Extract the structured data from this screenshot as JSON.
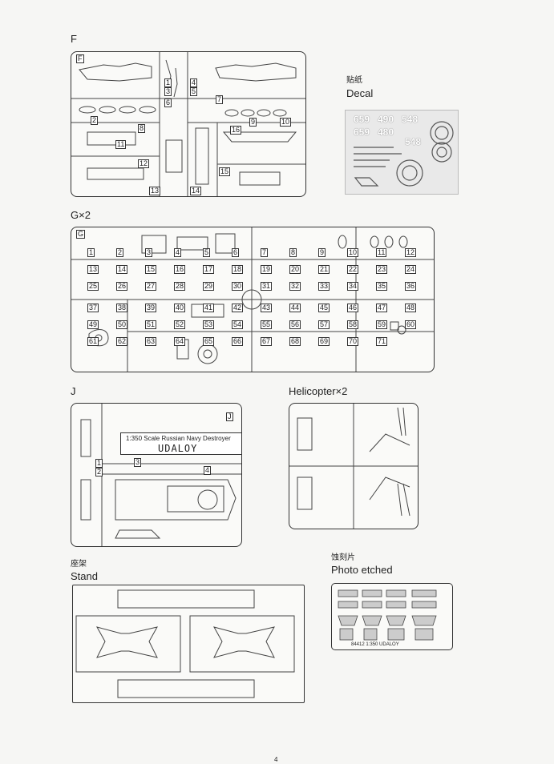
{
  "sections": {
    "f": {
      "title": "F",
      "corner": "F"
    },
    "g": {
      "title": "G×2",
      "corner": "G"
    },
    "j": {
      "title": "J",
      "corner": "J"
    },
    "helicopter": {
      "title": "Helicopter×2"
    },
    "decal": {
      "cn": "贴纸",
      "en": "Decal"
    },
    "stand": {
      "cn": "座架",
      "en": "Stand"
    },
    "photo_etched": {
      "cn": "蚀刻片",
      "en": "Photo etched",
      "footer": "84412 1:350 UDALOY"
    }
  },
  "decal_numbers": [
    "659",
    "490",
    "548",
    "659",
    "480",
    "548"
  ],
  "nameplate": {
    "line1": "1:350 Scale Russian Navy Destroyer",
    "line2": "UDALOY"
  },
  "f_numbers": [
    "1",
    "2",
    "3",
    "4",
    "5",
    "6",
    "7",
    "8",
    "9",
    "10",
    "11",
    "12",
    "13",
    "14",
    "15",
    "16"
  ],
  "g_numbers": [
    "1",
    "2",
    "3",
    "4",
    "5",
    "6",
    "7",
    "8",
    "9",
    "10",
    "11",
    "12",
    "13",
    "14",
    "15",
    "16",
    "17",
    "18",
    "19",
    "20",
    "21",
    "22",
    "23",
    "24",
    "25",
    "26",
    "27",
    "28",
    "29",
    "30",
    "31",
    "32",
    "33",
    "34",
    "35",
    "36",
    "37",
    "38",
    "39",
    "40",
    "41",
    "42",
    "43",
    "44",
    "45",
    "46",
    "47",
    "48",
    "49",
    "50",
    "51",
    "52",
    "53",
    "54",
    "55",
    "56",
    "57",
    "58",
    "59",
    "60",
    "61",
    "62",
    "63",
    "64",
    "65",
    "66",
    "67",
    "68",
    "69",
    "70",
    "71"
  ],
  "j_numbers": [
    "1",
    "2",
    "3",
    "4"
  ],
  "page_number": "4"
}
